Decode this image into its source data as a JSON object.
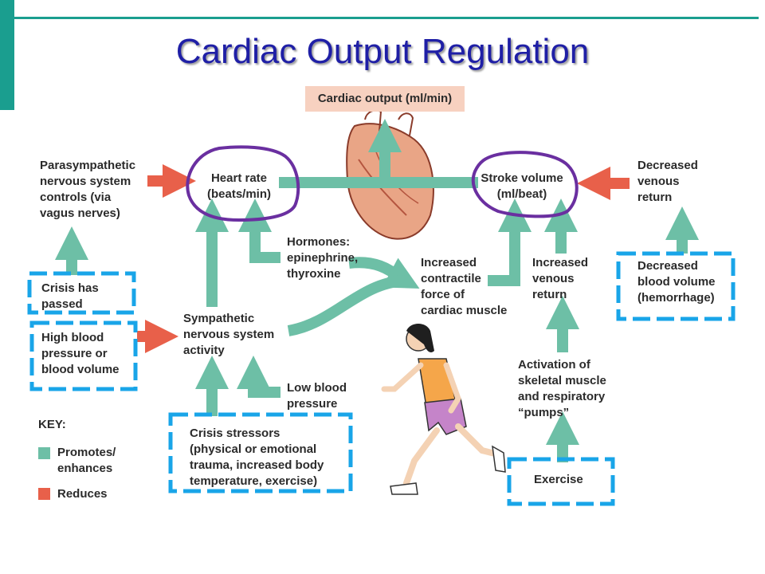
{
  "title": "Cardiac Output Regulation",
  "colors": {
    "promotes": "#6dbfa6",
    "reduces": "#e8604a",
    "circle": "#6a2fa0",
    "dashed_box": "#19a5e8",
    "accent": "#1a9e8f",
    "title": "#1f1fa6"
  },
  "diagram": {
    "cardiac_output": "Cardiac output (ml/min)",
    "heart_rate": [
      "Heart rate",
      "(beats/min)"
    ],
    "stroke_volume": [
      "Stroke volume",
      "(ml/beat)"
    ],
    "parasympathetic": [
      "Parasympathetic",
      "nervous system",
      "controls (via",
      "vagus nerves)"
    ],
    "decreased_venous_return": [
      "Decreased",
      "venous",
      "return"
    ],
    "hormones": [
      "Hormones:",
      "epinephrine,",
      "thyroxine"
    ],
    "increased_contractile": [
      "Increased",
      "contractile",
      "force of",
      "cardiac muscle"
    ],
    "increased_venous_return": [
      "Increased",
      "venous",
      "return"
    ],
    "decreased_blood_volume": [
      "Decreased",
      "blood volume",
      "(hemorrhage)"
    ],
    "crisis_passed": [
      "Crisis has",
      "passed"
    ],
    "high_bp": [
      "High blood",
      "pressure or",
      "blood volume"
    ],
    "sympathetic": [
      "Sympathetic",
      "nervous system",
      "activity"
    ],
    "low_bp": [
      "Low blood",
      "pressure"
    ],
    "activation": [
      "Activation of",
      "skeletal muscle",
      "and respiratory",
      "“pumps”"
    ],
    "crisis_stressors": [
      "Crisis stressors",
      "(physical or emotional",
      "trauma, increased body",
      "temperature, exercise)"
    ],
    "exercise": "Exercise"
  },
  "key": {
    "title": "KEY:",
    "promotes": [
      "Promotes/",
      "enhances"
    ],
    "reduces": "Reduces"
  }
}
